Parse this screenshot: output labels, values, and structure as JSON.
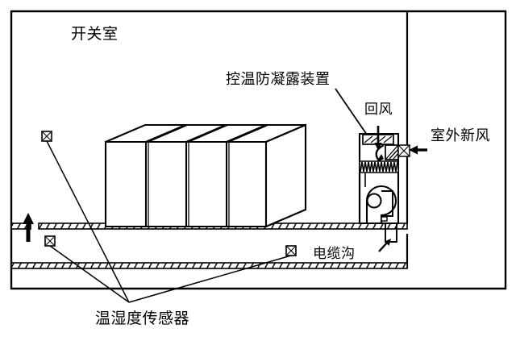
{
  "diagram": {
    "title_label": "开关室",
    "labels": {
      "room": "开关室",
      "device": "控温防凝露装置",
      "return_air": "回风",
      "fresh_air": "室外新风",
      "cable_trench": "电缆沟",
      "sensor": "温湿度传感器"
    },
    "colors": {
      "line": "#000000",
      "background": "#ffffff",
      "hatch": "#000000"
    },
    "components": {
      "room_enclosure": "switchgear-room-outline",
      "switchgear_cabinets": 4,
      "air_handling_unit": "temperature-control-anti-condensation-unit",
      "unit_parts": [
        "return-air-damper",
        "fresh-air-damper",
        "heating-cooling-coil",
        "centrifugal-fan",
        "supply-duct"
      ],
      "floor_slab": "upper-floor-slab",
      "trench_floor_slab": "lower-trench-slab",
      "sensor_markers": 3,
      "airflow_arrows": [
        "upward-supply-arrow-left",
        "return-air-down-arrow",
        "fresh-air-inward-arrow",
        "fresh-air-swirl-arrow",
        "trench-leader-arrow"
      ]
    }
  }
}
